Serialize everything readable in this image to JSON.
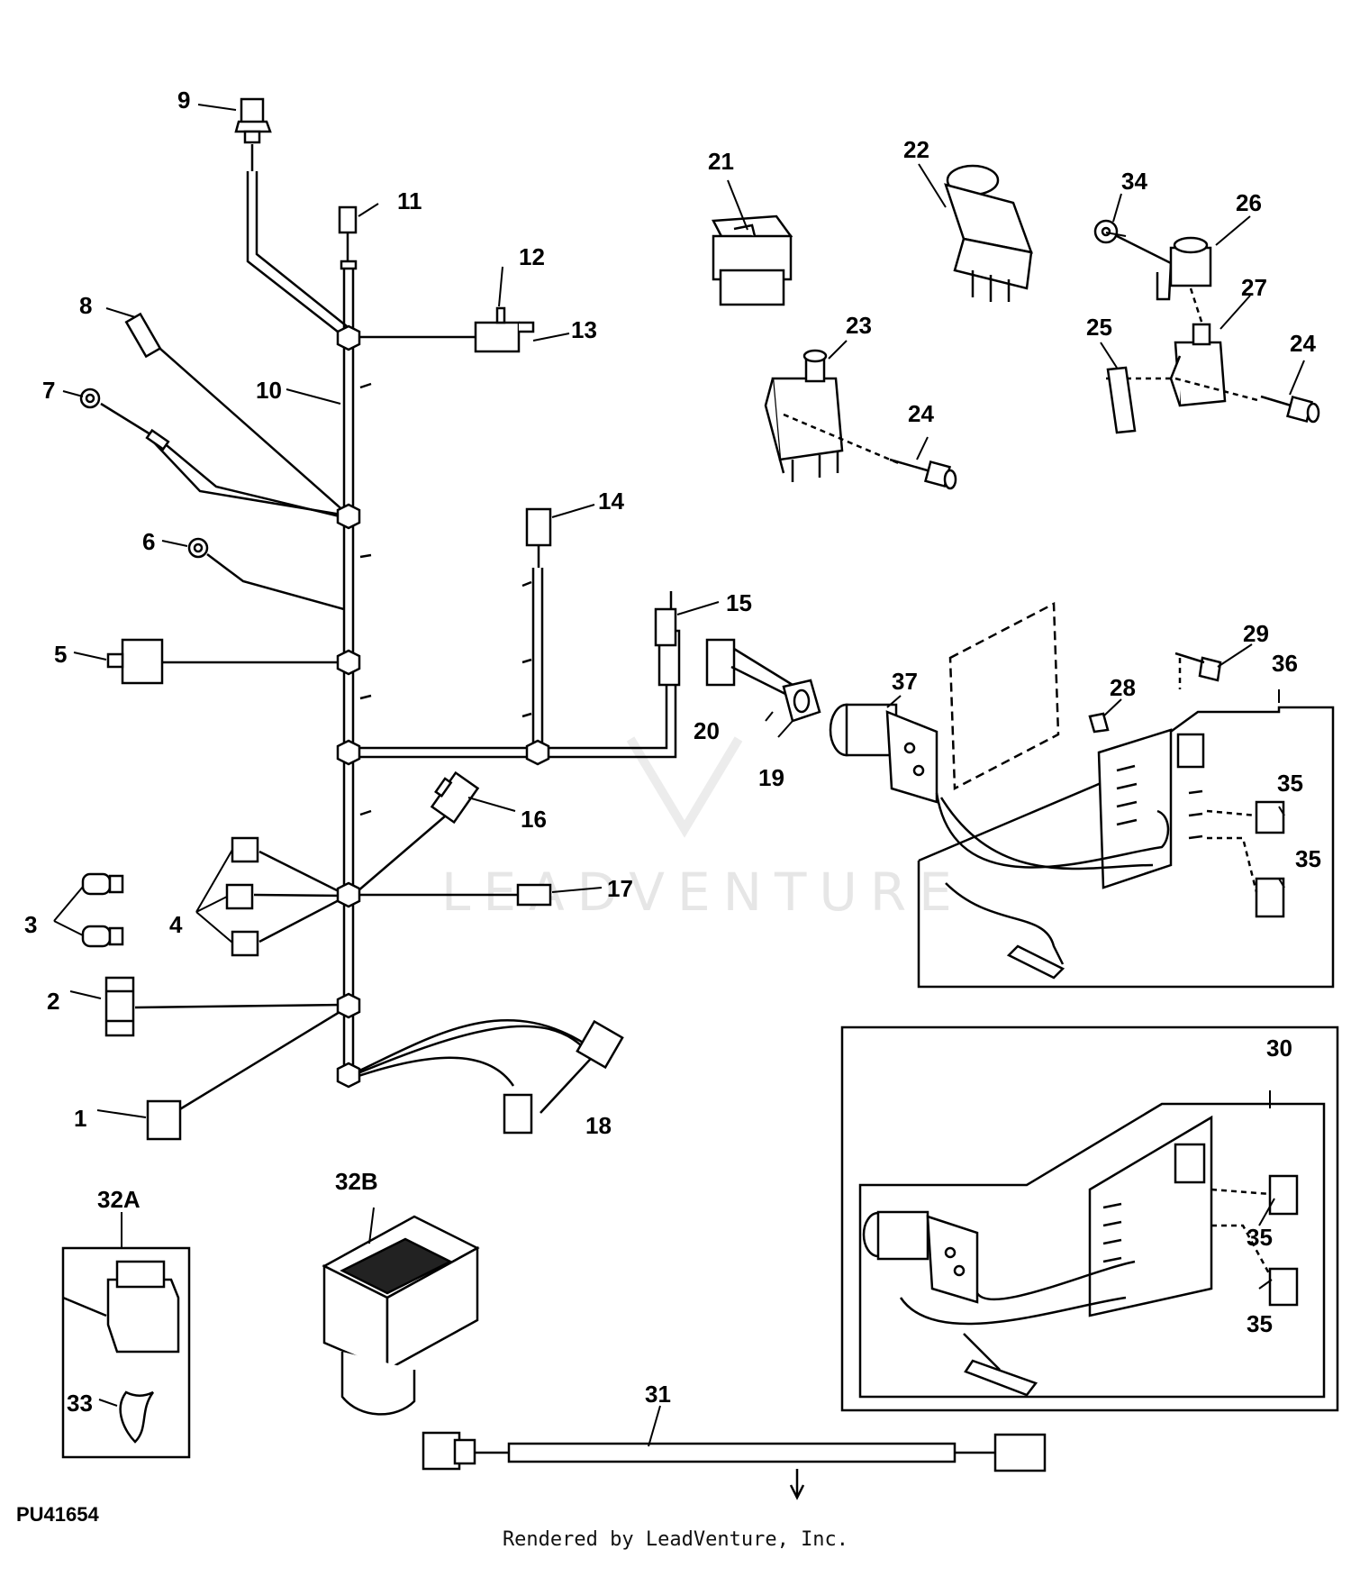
{
  "watermark": "LEADVENTURE",
  "figure_id": "PU41654",
  "credit": "Rendered by LeadVenture, Inc.",
  "callouts": {
    "c1": "1",
    "c2": "2",
    "c3": "3",
    "c4": "4",
    "c5": "5",
    "c6": "6",
    "c7": "7",
    "c8": "8",
    "c9": "9",
    "c10": "10",
    "c11": "11",
    "c12": "12",
    "c13": "13",
    "c14": "14",
    "c15": "15",
    "c16": "16",
    "c17": "17",
    "c18": "18",
    "c19": "19",
    "c20": "20",
    "c21": "21",
    "c22": "22",
    "c23": "23",
    "c24": "24",
    "c25": "25",
    "c26": "26",
    "c27": "27",
    "c28": "28",
    "c29": "29",
    "c30": "30",
    "c31": "31",
    "c32a": "32A",
    "c32b": "32B",
    "c33": "33",
    "c34": "34",
    "c35": "35",
    "c36": "36",
    "c37": "37"
  }
}
